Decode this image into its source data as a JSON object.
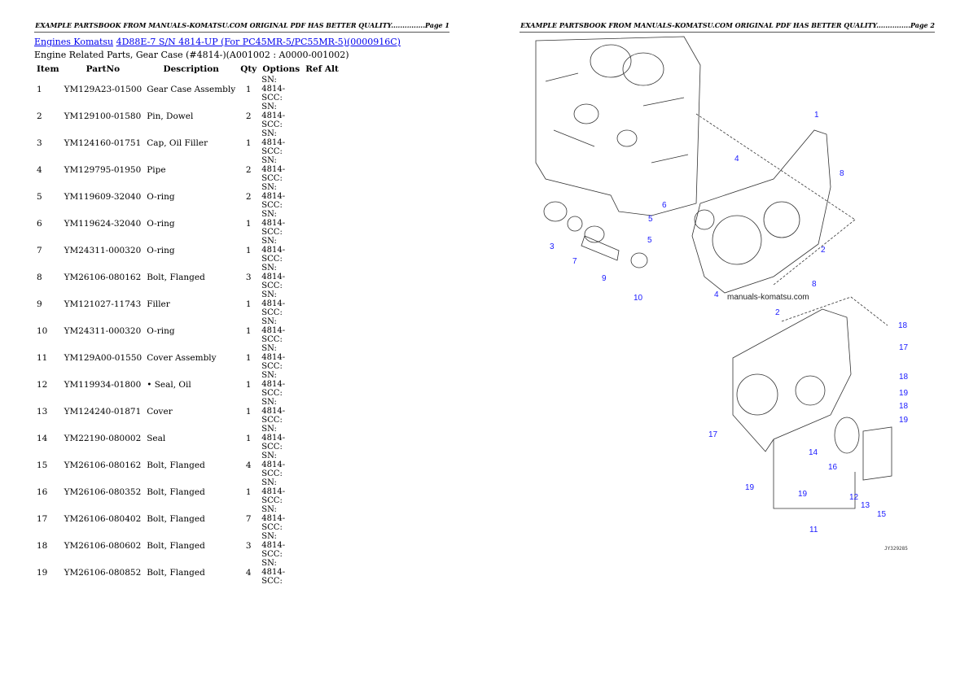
{
  "header": {
    "page1": "EXAMPLE PARTSBOOK FROM MANUALS-KOMATSU.COM ORIGINAL PDF HAS BETTER QUALITY...............Page 1",
    "page2": "EXAMPLE PARTSBOOK FROM MANUALS-KOMATSU.COM ORIGINAL PDF HAS BETTER QUALITY...............Page 2"
  },
  "breadcrumb": {
    "link1": "Engines Komatsu",
    "link2": "4D88E-7 S/N 4814-UP (For PC45MR-5/PC55MR-5)(0000916C)"
  },
  "subtitle": "Engine Related Parts, Gear Case (#4814-)(A001002 : A0000-001002)",
  "table": {
    "headers": [
      "Item",
      "PartNo",
      "Description",
      "Qty",
      "Options",
      "Ref Alt"
    ],
    "rows": [
      [
        "1",
        "YM129A23-01500",
        "Gear Case Assembly",
        "1",
        "SN: 4814-SCC:"
      ],
      [
        "2",
        "YM129100-01580",
        "Pin, Dowel",
        "2",
        "SN: 4814-SCC:"
      ],
      [
        "3",
        "YM124160-01751",
        "Cap, Oil Filler",
        "1",
        "SN: 4814-SCC:"
      ],
      [
        "4",
        "YM129795-01950",
        "Pipe",
        "2",
        "SN: 4814-SCC:"
      ],
      [
        "5",
        "YM119609-32040",
        "O-ring",
        "2",
        "SN: 4814-SCC:"
      ],
      [
        "6",
        "YM119624-32040",
        "O-ring",
        "1",
        "SN: 4814-SCC:"
      ],
      [
        "7",
        "YM24311-000320",
        "O-ring",
        "1",
        "SN: 4814-SCC:"
      ],
      [
        "8",
        "YM26106-080162",
        "Bolt, Flanged",
        "3",
        "SN: 4814-SCC:"
      ],
      [
        "9",
        "YM121027-11743",
        "Filler",
        "1",
        "SN: 4814-SCC:"
      ],
      [
        "10",
        "YM24311-000320",
        "O-ring",
        "1",
        "SN: 4814-SCC:"
      ],
      [
        "11",
        "YM129A00-01550",
        "Cover Assembly",
        "1",
        "SN: 4814-SCC:"
      ],
      [
        "12",
        "YM119934-01800",
        "• Seal, Oil",
        "1",
        "SN: 4814-SCC:"
      ],
      [
        "13",
        "YM124240-01871",
        "Cover",
        "1",
        "SN: 4814-SCC:"
      ],
      [
        "14",
        "YM22190-080002",
        "Seal",
        "1",
        "SN: 4814-SCC:"
      ],
      [
        "15",
        "YM26106-080162",
        "Bolt, Flanged",
        "4",
        "SN: 4814-SCC:"
      ],
      [
        "16",
        "YM26106-080352",
        "Bolt, Flanged",
        "1",
        "SN: 4814-SCC:"
      ],
      [
        "17",
        "YM26106-080402",
        "Bolt, Flanged",
        "7",
        "SN: 4814-SCC:"
      ],
      [
        "18",
        "YM26106-080602",
        "Bolt, Flanged",
        "3",
        "SN: 4814-SCC:"
      ],
      [
        "19",
        "YM26106-080852",
        "Bolt, Flanged",
        "4",
        "SN: 4814-SCC:"
      ]
    ]
  },
  "diagram": {
    "callouts": [
      "1",
      "2",
      "2",
      "3",
      "4",
      "4",
      "5",
      "5",
      "6",
      "7",
      "8",
      "8",
      "9",
      "10",
      "11",
      "12",
      "13",
      "14",
      "15",
      "16",
      "17",
      "17",
      "18",
      "18",
      "18",
      "19",
      "19",
      "19",
      "19"
    ],
    "watermark": "manuals-komatsu.com",
    "code": "JY329285",
    "callout_color": "#1a1aff"
  }
}
